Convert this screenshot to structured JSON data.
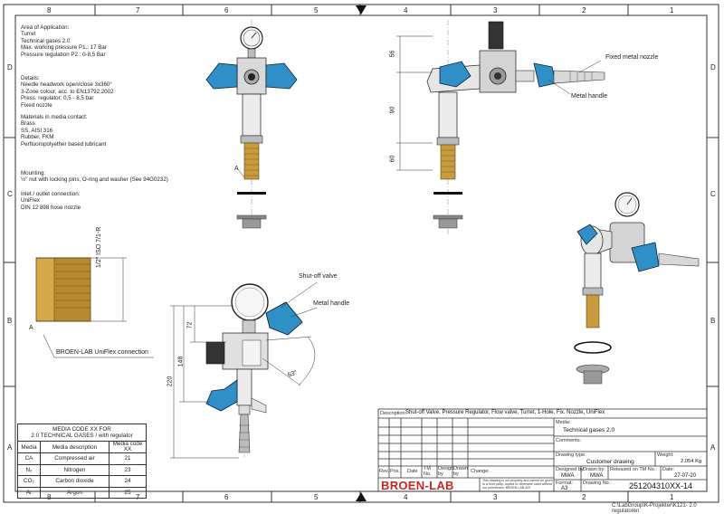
{
  "frame": {
    "top_numbers": [
      "8",
      "7",
      "6",
      "5",
      "4",
      "3",
      "2",
      "1"
    ],
    "bottom_numbers": [
      "8",
      "7",
      "6",
      "5",
      "4",
      "3",
      "2",
      "1"
    ],
    "side_letters": [
      "D",
      "C",
      "B",
      "A"
    ]
  },
  "notes": {
    "application": [
      "Area of Application:",
      "Turret",
      "Technical gases 2.0",
      "Max. working pressure P1.: 17 Bar",
      "Pressure regulation P2.: 0-8,5 Bar"
    ],
    "details": [
      "Details:",
      "Needle headwork open/close 3x360°",
      "3-Zone colour, acc. to EN13792:2002",
      "Press. regulator: 0,5 - 8,5 bar",
      "Fixed nozzle"
    ],
    "materials": [
      "Materials in media contact:",
      "Brass",
      "SS, AISI 316",
      "Rubber, FKM",
      "Perfluoropolyether based lubricant"
    ],
    "mounting": [
      "Mounting:",
      "½\" nut with locking pins, O-ring and washer (See 94G0232)"
    ],
    "inlet": [
      "Inlet / outlet connection:",
      "UniFlex",
      "DIN 12 898 hose nozzle"
    ]
  },
  "callouts": {
    "fixed_nozzle": "Fixed metal nozzle",
    "metal_handle_top": "Metal handle",
    "shutoff_valve": "Shut-off valve",
    "metal_handle_front": "Metal handle",
    "uniflex": "BROEN-LAB UniFlex connection",
    "section_a_top": "A",
    "section_a_detail": "A",
    "thread": "1/2\" ISO 7/1-R"
  },
  "dimensions": {
    "top_56": "56",
    "top_90": "90",
    "top_60": "60",
    "front_72": "72",
    "front_148": "148",
    "front_220": "220",
    "angle": "63°"
  },
  "media_table": {
    "title_line1": "MEDIA CODE XX FOR",
    "title_line2": "2.0 TECHNICAL GASES / with regulator",
    "headers": [
      "Media",
      "Media description",
      "Media code XX"
    ],
    "rows": [
      [
        "CA",
        "Compressed air",
        "21"
      ],
      [
        "N₂",
        "Nitrogen",
        "23"
      ],
      [
        "CO₂",
        "Carbon dioxide",
        "24"
      ],
      [
        "Ar",
        "Argon",
        "25"
      ]
    ]
  },
  "title_block": {
    "description_label": "Description:",
    "description": "Shut-off Valve, Pressure Regulator, Flow valve, Turret, 1-Hole, Fix. Nozzle, UniFlex",
    "media_label": "Media:",
    "media": "Technical gases 2.0",
    "comments_label": "Comments:",
    "drawing_type_label": "Drawing type:",
    "drawing_type": "Customer drawing",
    "weight_label": "Weight:",
    "weight": "2.054 Kg",
    "designed_label": "Designed by:",
    "designed": "MWA",
    "drawn_label": "Drawn by:",
    "drawn": "MWA",
    "released_label": "Released on TM No.:",
    "date_label": "Date:",
    "date": "27-07-20",
    "format_label": "Format:",
    "format": "A3",
    "drawing_no_label": "Drawing No.:",
    "drawing_no": "251204310XX-14",
    "rev_headers": [
      "Rev.",
      "Pos.",
      "Date",
      "TM No.",
      "Design by",
      "Drawn by",
      "Change:"
    ],
    "brand": "BROEN-LAB",
    "legal": "This drawing is our property and cannot be given to a third party, copied or otherwise used without our permission. BROEN-LAB A/S"
  },
  "file_path": "C:\\LabGroup\\K-Projekter\\K121- 2.0 regulatoren"
}
